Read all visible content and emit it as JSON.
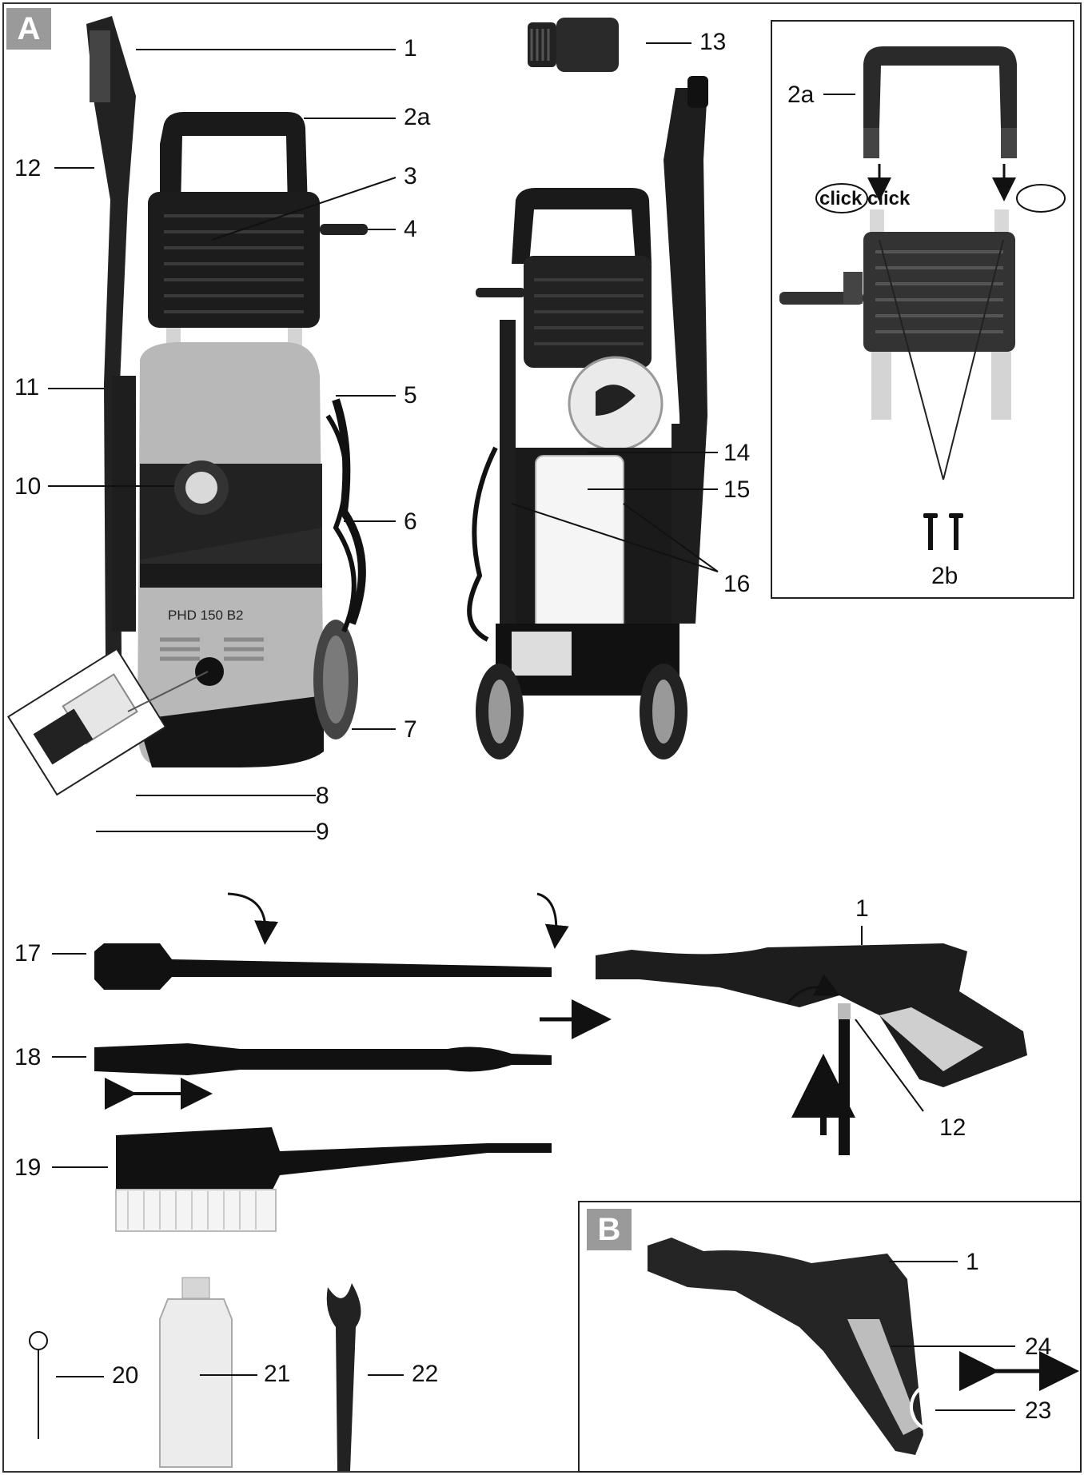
{
  "section_badges": {
    "a": "A",
    "b": "B"
  },
  "model_label": "PHD 150 B2",
  "click_text": {
    "left": "click",
    "right": "click"
  },
  "labels": {
    "n1_top": "1",
    "n2a_main": "2a",
    "n3": "3",
    "n4": "4",
    "n5": "5",
    "n6": "6",
    "n7": "7",
    "n8": "8",
    "n9": "9",
    "n10": "10",
    "n11": "11",
    "n12_main": "12",
    "n13": "13",
    "n14": "14",
    "n15": "15",
    "n16": "16",
    "n2a_inset": "2a",
    "n2b": "2b",
    "n17": "17",
    "n18": "18",
    "n19": "19",
    "n20": "20",
    "n21": "21",
    "n22": "22",
    "n1_gun": "1",
    "n12_gun": "12",
    "n1_b": "1",
    "n24": "24",
    "n23": "23"
  }
}
